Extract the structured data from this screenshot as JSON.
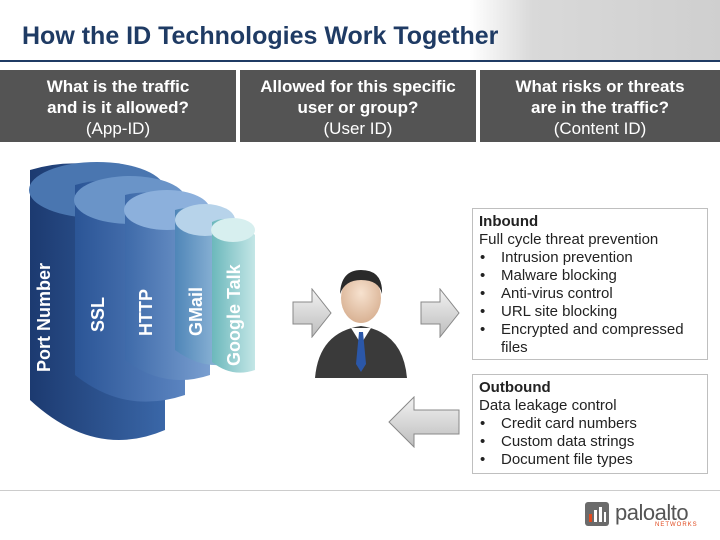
{
  "title": "How the ID Technologies Work Together",
  "headers": [
    {
      "line1": "What is the traffic",
      "line2": "and is it allowed?",
      "line3": "(App-ID)"
    },
    {
      "line1": "Allowed for this specific",
      "line2": "user or group?",
      "line3": "(User ID)"
    },
    {
      "line1": "What risks or threats",
      "line2": "are in the traffic?",
      "line3": "(Content ID)"
    }
  ],
  "layers": [
    "Port Number",
    "SSL",
    "HTTP",
    "GMail",
    "Google Talk"
  ],
  "inbound": {
    "heading": "Inbound",
    "subheading": "Full cycle threat prevention",
    "items": [
      "Intrusion prevention",
      "Malware blocking",
      "Anti-virus control",
      "URL site blocking",
      "Encrypted and compressed files"
    ]
  },
  "outbound": {
    "heading": "Outbound",
    "subheading": "Data leakage control",
    "items": [
      "Credit card numbers",
      "Custom data strings",
      "Document file types"
    ]
  },
  "logo": {
    "text": "paloalto",
    "sub": "NETWORKS"
  },
  "colors": {
    "title": "#1f3b64",
    "header_bg": "#545454",
    "layer_dark": "#2a4f8c",
    "layer_teal": "#7fc6c8"
  }
}
